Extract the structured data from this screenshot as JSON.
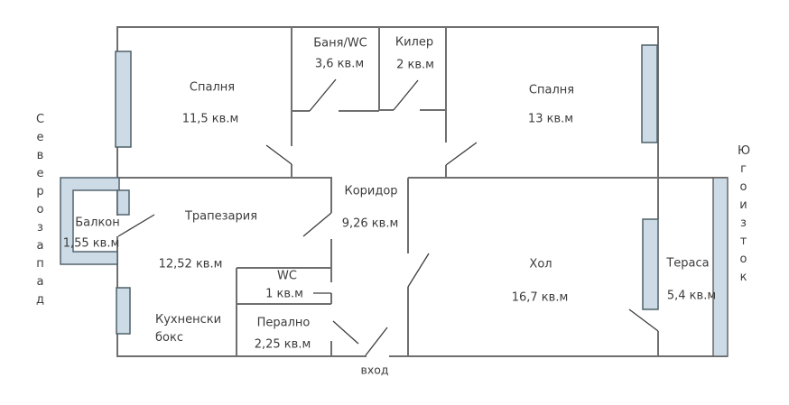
{
  "plan": {
    "compass": {
      "west": "Северозапад",
      "east": "Югоизток"
    },
    "entrance_label": "вход",
    "rooms": {
      "bedroom1": {
        "name": "Спалня",
        "area": "11,5 кв.м"
      },
      "bath": {
        "name": "Баня/WC",
        "area": "3,6 кв.м"
      },
      "storage": {
        "name": "Килер",
        "area": "2 кв.м"
      },
      "bedroom2": {
        "name": "Спалня",
        "area": "13 кв.м"
      },
      "corridor": {
        "name": "Коридор",
        "area": "9,26 кв.м"
      },
      "dining": {
        "name": "Трапезария",
        "area": "12,52 кв.м"
      },
      "balcony": {
        "name": "Балкон",
        "area": "1,55 кв.м"
      },
      "kitchen": {
        "name": "Кухненски\nбокс"
      },
      "wc": {
        "name": "WC",
        "area": "1 кв.м"
      },
      "laundry": {
        "name": "Перално",
        "area": "2,25 кв.м"
      },
      "living": {
        "name": "Хол",
        "area": "16,7 кв.м"
      },
      "terrace": {
        "name": "Тераса",
        "area": "5,4 кв.м"
      }
    },
    "colors": {
      "wall": "#6f6f6f",
      "door_line": "#3d3d3d",
      "window_fill": "#ccdbe5",
      "window_border": "#4f6069",
      "text": "#3c3c3c",
      "background": "#ffffff"
    }
  }
}
